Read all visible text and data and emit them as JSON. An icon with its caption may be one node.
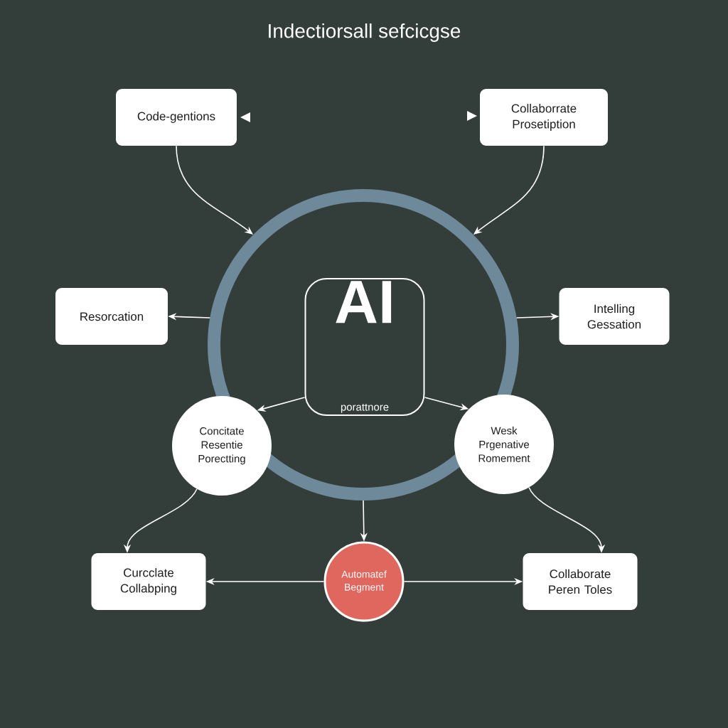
{
  "diagram": {
    "title": "Indectiorsall sefcicgse",
    "nodes": [
      {
        "text": [],
        "shape": "circle"
      },
      {
        "text": [
          "Code-gentions"
        ]
      },
      {
        "text": [
          "Collaborrate Prosetiption"
        ]
      },
      {
        "text": [
          "Resorcation"
        ]
      },
      {
        "text": [
          "Intelling Gessation"
        ]
      },
      {
        "text": [
          "AI",
          "porattnore"
        ],
        "in": 0
      },
      {
        "text": [
          "Concitate Resentie Porectting"
        ]
      },
      {
        "text": [
          "Wesk Prgenative Romement"
        ]
      },
      {
        "text": [
          "Curcclate Collabping"
        ]
      },
      {
        "text": [
          "Automatef Begment"
        ]
      },
      {
        "text": [
          "Collaborate Peren Toles"
        ]
      }
    ],
    "edges": [
      {
        "from": 1,
        "to": 0,
        "arrow": "to"
      },
      {
        "from": 2,
        "to": 0,
        "arrow": "to"
      },
      {
        "from": 0,
        "to": 3,
        "arrow": "to"
      },
      {
        "from": 0,
        "to": 4,
        "arrow": "to"
      },
      {
        "from": 5,
        "to": 6,
        "arrow": "to"
      },
      {
        "from": 5,
        "to": 7,
        "arrow": "to"
      },
      {
        "from": 6,
        "to": 8,
        "arrow": "to"
      },
      {
        "from": 7,
        "to": 10,
        "arrow": "to"
      },
      {
        "from": 0,
        "to": 9,
        "arrow": "to"
      },
      {
        "from": 9,
        "to": 8,
        "arrow": "to"
      },
      {
        "from": 9,
        "to": 10,
        "arrow": "to"
      }
    ]
  }
}
